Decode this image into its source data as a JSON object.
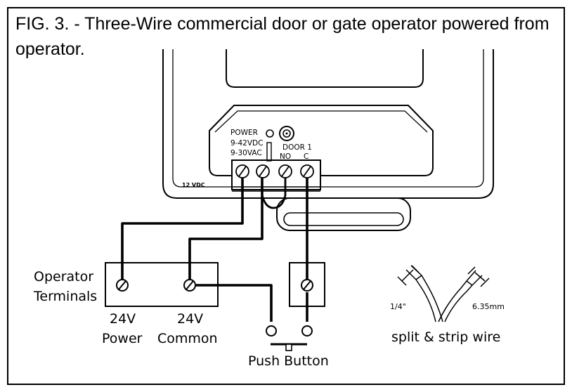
{
  "caption": {
    "line1": "FIG. 3. - Three-Wire commercial door or gate operator powered from",
    "line2": "operator."
  },
  "device": {
    "side_label": "12 VDC",
    "power_label": "POWER",
    "dc_range": "9-42VDC",
    "ac_range": "9-30VAC",
    "door_label": "DOOR 1",
    "no_label": "NO",
    "c_label": "C"
  },
  "operator": {
    "title_line1": "Operator",
    "title_line2": "Terminals",
    "left_voltage": "24V",
    "left_name": "Power",
    "right_voltage": "24V",
    "right_name": "Common"
  },
  "push_button": {
    "label": "Push Button"
  },
  "strip": {
    "inch": "1/4\"",
    "mm": "6.35mm",
    "label": "split & strip wire"
  },
  "colors": {
    "ink": "#000000",
    "device_fill": "#ffffff",
    "device_inner": "#f2f2f2"
  }
}
